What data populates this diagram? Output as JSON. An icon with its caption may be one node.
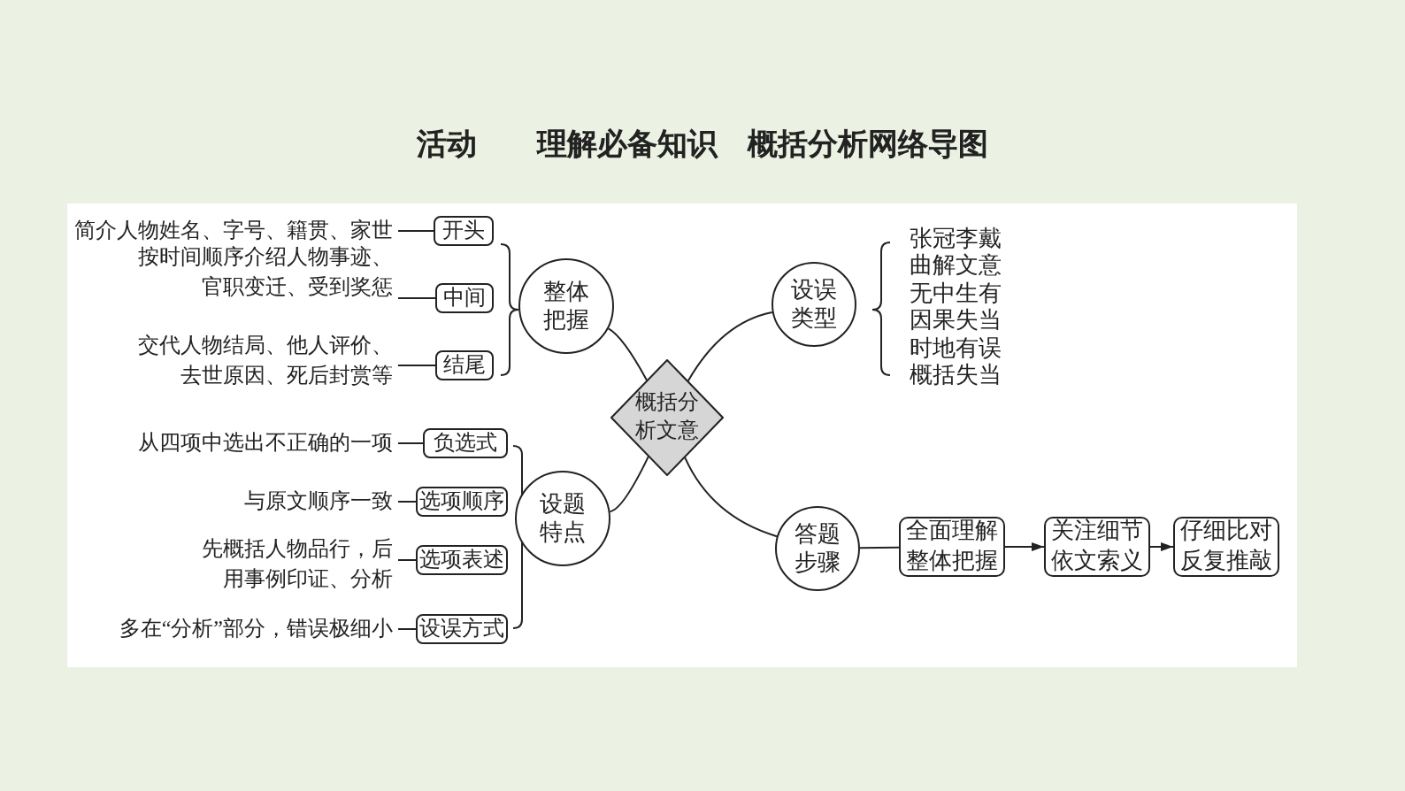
{
  "diagram": {
    "title": "活动　　理解必备知识　概括分析网络导图",
    "nodes": [
      {
        "text": [
          "简介人物姓名、字号、籍贯、家世"
        ]
      },
      {
        "text": [
          "开头"
        ]
      },
      {
        "text": [
          "按时间顺序介绍人物事迹、官职变迁、受到奖惩"
        ]
      },
      {
        "text": [
          "中间"
        ]
      },
      {
        "text": [
          "交代人物结局、他人评价、去世原因、死后封赏等"
        ]
      },
      {
        "text": [
          "结尾"
        ]
      },
      {
        "text": [
          "整体把握"
        ]
      },
      {
        "text": [
          "设误类型"
        ]
      },
      {
        "text": [
          "概括分析文意"
        ]
      },
      {
        "text": [
          "从四项中选出不正确的一项"
        ]
      },
      {
        "text": [
          "负选式"
        ]
      },
      {
        "text": [
          "与原文顺序一致"
        ]
      },
      {
        "text": [
          "选项顺序"
        ]
      },
      {
        "text": [
          "先概括人物品行，后用事例印证、分析"
        ]
      },
      {
        "text": [
          "选项表述"
        ]
      },
      {
        "text": [
          "多在“分析”部分，错误极细小"
        ]
      },
      {
        "text": [
          "设误方式"
        ]
      },
      {
        "text": [
          "设题特点"
        ]
      },
      {
        "text": [
          "答题步骤"
        ]
      },
      {
        "text": [
          "全面理解整体把握"
        ]
      },
      {
        "text": [
          "关注细节依文索义"
        ]
      },
      {
        "text": [
          "仔细比对反复推敲"
        ]
      }
    ],
    "edges": [
      {
        "from": 0,
        "to": 1,
        "arrow": "none"
      },
      {
        "from": 2,
        "to": 3,
        "arrow": "none"
      },
      {
        "from": 4,
        "to": 5,
        "arrow": "none"
      },
      {
        "from": 8,
        "to": 6,
        "arrow": "none"
      },
      {
        "from": 8,
        "to": 7,
        "arrow": "none"
      },
      {
        "from": 9,
        "to": 10,
        "arrow": "none"
      },
      {
        "from": 11,
        "to": 12,
        "arrow": "none"
      },
      {
        "from": 13,
        "to": 14,
        "arrow": "none"
      },
      {
        "from": 15,
        "to": 16,
        "arrow": "none"
      },
      {
        "from": 8,
        "to": 17,
        "arrow": "none"
      },
      {
        "from": 8,
        "to": 18,
        "arrow": "none"
      },
      {
        "from": 18,
        "to": 19,
        "arrow": "none"
      },
      {
        "from": 19,
        "to": 20,
        "arrow": "to"
      },
      {
        "from": 20,
        "to": 21,
        "arrow": "to"
      }
    ],
    "labels": [
      "张冠李戴",
      "曲解文意",
      "无中生有",
      "因果失当",
      "时地有误",
      "概括失当"
    ]
  }
}
